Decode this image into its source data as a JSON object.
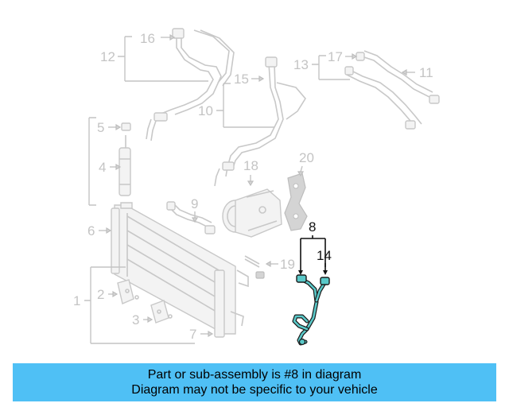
{
  "colors": {
    "banner_bg": "#4fc0f5",
    "highlight_part": "#5ac8c8",
    "ghost_part": "#c8c8c8"
  },
  "callouts": {
    "c1": "1",
    "c2": "2",
    "c3": "3",
    "c4": "4",
    "c5": "5",
    "c6": "6",
    "c7": "7",
    "c8": "8",
    "c9": "9",
    "c10": "10",
    "c11": "11",
    "c12": "12",
    "c13": "13",
    "c14": "14",
    "c15": "15",
    "c16": "16",
    "c17": "17",
    "c18": "18",
    "c19": "19",
    "c20": "20"
  },
  "highlighted_part": "8",
  "banner": {
    "line1": "Part or sub-assembly is #8 in diagram",
    "line2": "Diagram may not be specific to your vehicle"
  }
}
